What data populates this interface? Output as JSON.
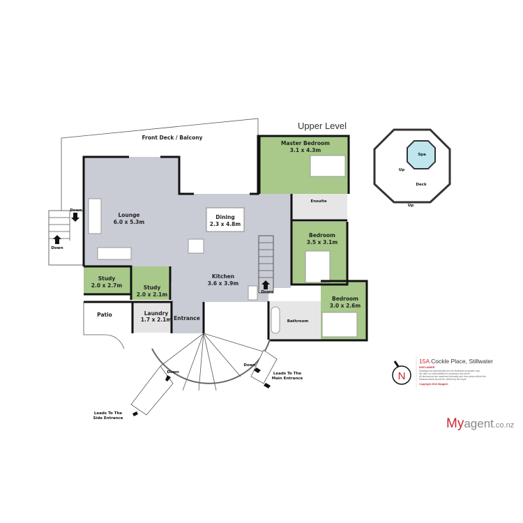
{
  "title": "Upper Level",
  "colors": {
    "living": "#c9ccd4",
    "bedroom": "#a8c98a",
    "spa": "#bfe6ef",
    "brand_red": "#c8252f",
    "wall": "#111111"
  },
  "rooms": {
    "front_deck": {
      "name": "Front Deck / Balcony"
    },
    "lounge": {
      "name": "Lounge",
      "size": "6.0 x 5.3m"
    },
    "dining": {
      "name": "Dining",
      "size": "2.3 x 4.8m"
    },
    "kitchen": {
      "name": "Kitchen",
      "size": "3.6 x 3.9m"
    },
    "study1": {
      "name": "Study",
      "size": "2.0 x 2.7m"
    },
    "study2": {
      "name": "Study",
      "size": "2.0 x 2.1m"
    },
    "patio": {
      "name": "Patio"
    },
    "laundry": {
      "name": "Laundry",
      "size": "1.7 x 2.1m"
    },
    "entrance": {
      "name": "Entrance"
    },
    "master_bedroom": {
      "name": "Master Bedroom",
      "size": "3.1 x 4.3m"
    },
    "ensuite": {
      "name": "Ensuite"
    },
    "bedroom2": {
      "name": "Bedroom",
      "size": "3.5 x 3.1m"
    },
    "bedroom3": {
      "name": "Bedroom",
      "size": "3.0 x 2.6m"
    },
    "bathroom": {
      "name": "Bathroom"
    },
    "spa": {
      "name": "Spa"
    },
    "deck": {
      "name": "Deck"
    }
  },
  "stair_labels": {
    "left_down_1": "Down",
    "left_down_2": "Down",
    "inner_down": "Down",
    "curve_down_left": "Down",
    "curve_down_right": "Down",
    "spa_up": "Up",
    "deck_up": "Up"
  },
  "directions": {
    "side": [
      "Leads To The",
      "Side Entrance"
    ],
    "main": [
      "Leads To The",
      "Main Entrance"
    ]
  },
  "compass": {
    "letter": "N"
  },
  "info": {
    "address_number": "15A",
    "address_rest": "Cockle Place, Stillwater",
    "disclaimer_title": "DISCLAIMER",
    "disclaimer_lines": [
      "Drawings are approximate and for illustration purposes only.",
      "We take no responsibility for omissions and errors.",
      "All dimensions are measured internally and floor areas reflect this.",
      "Measurements should be verified by the buyer."
    ],
    "copyright": "Copyright 2016   Myagent"
  },
  "logo": {
    "my": "My",
    "agent": "agent",
    "domain": ".co.nz"
  }
}
